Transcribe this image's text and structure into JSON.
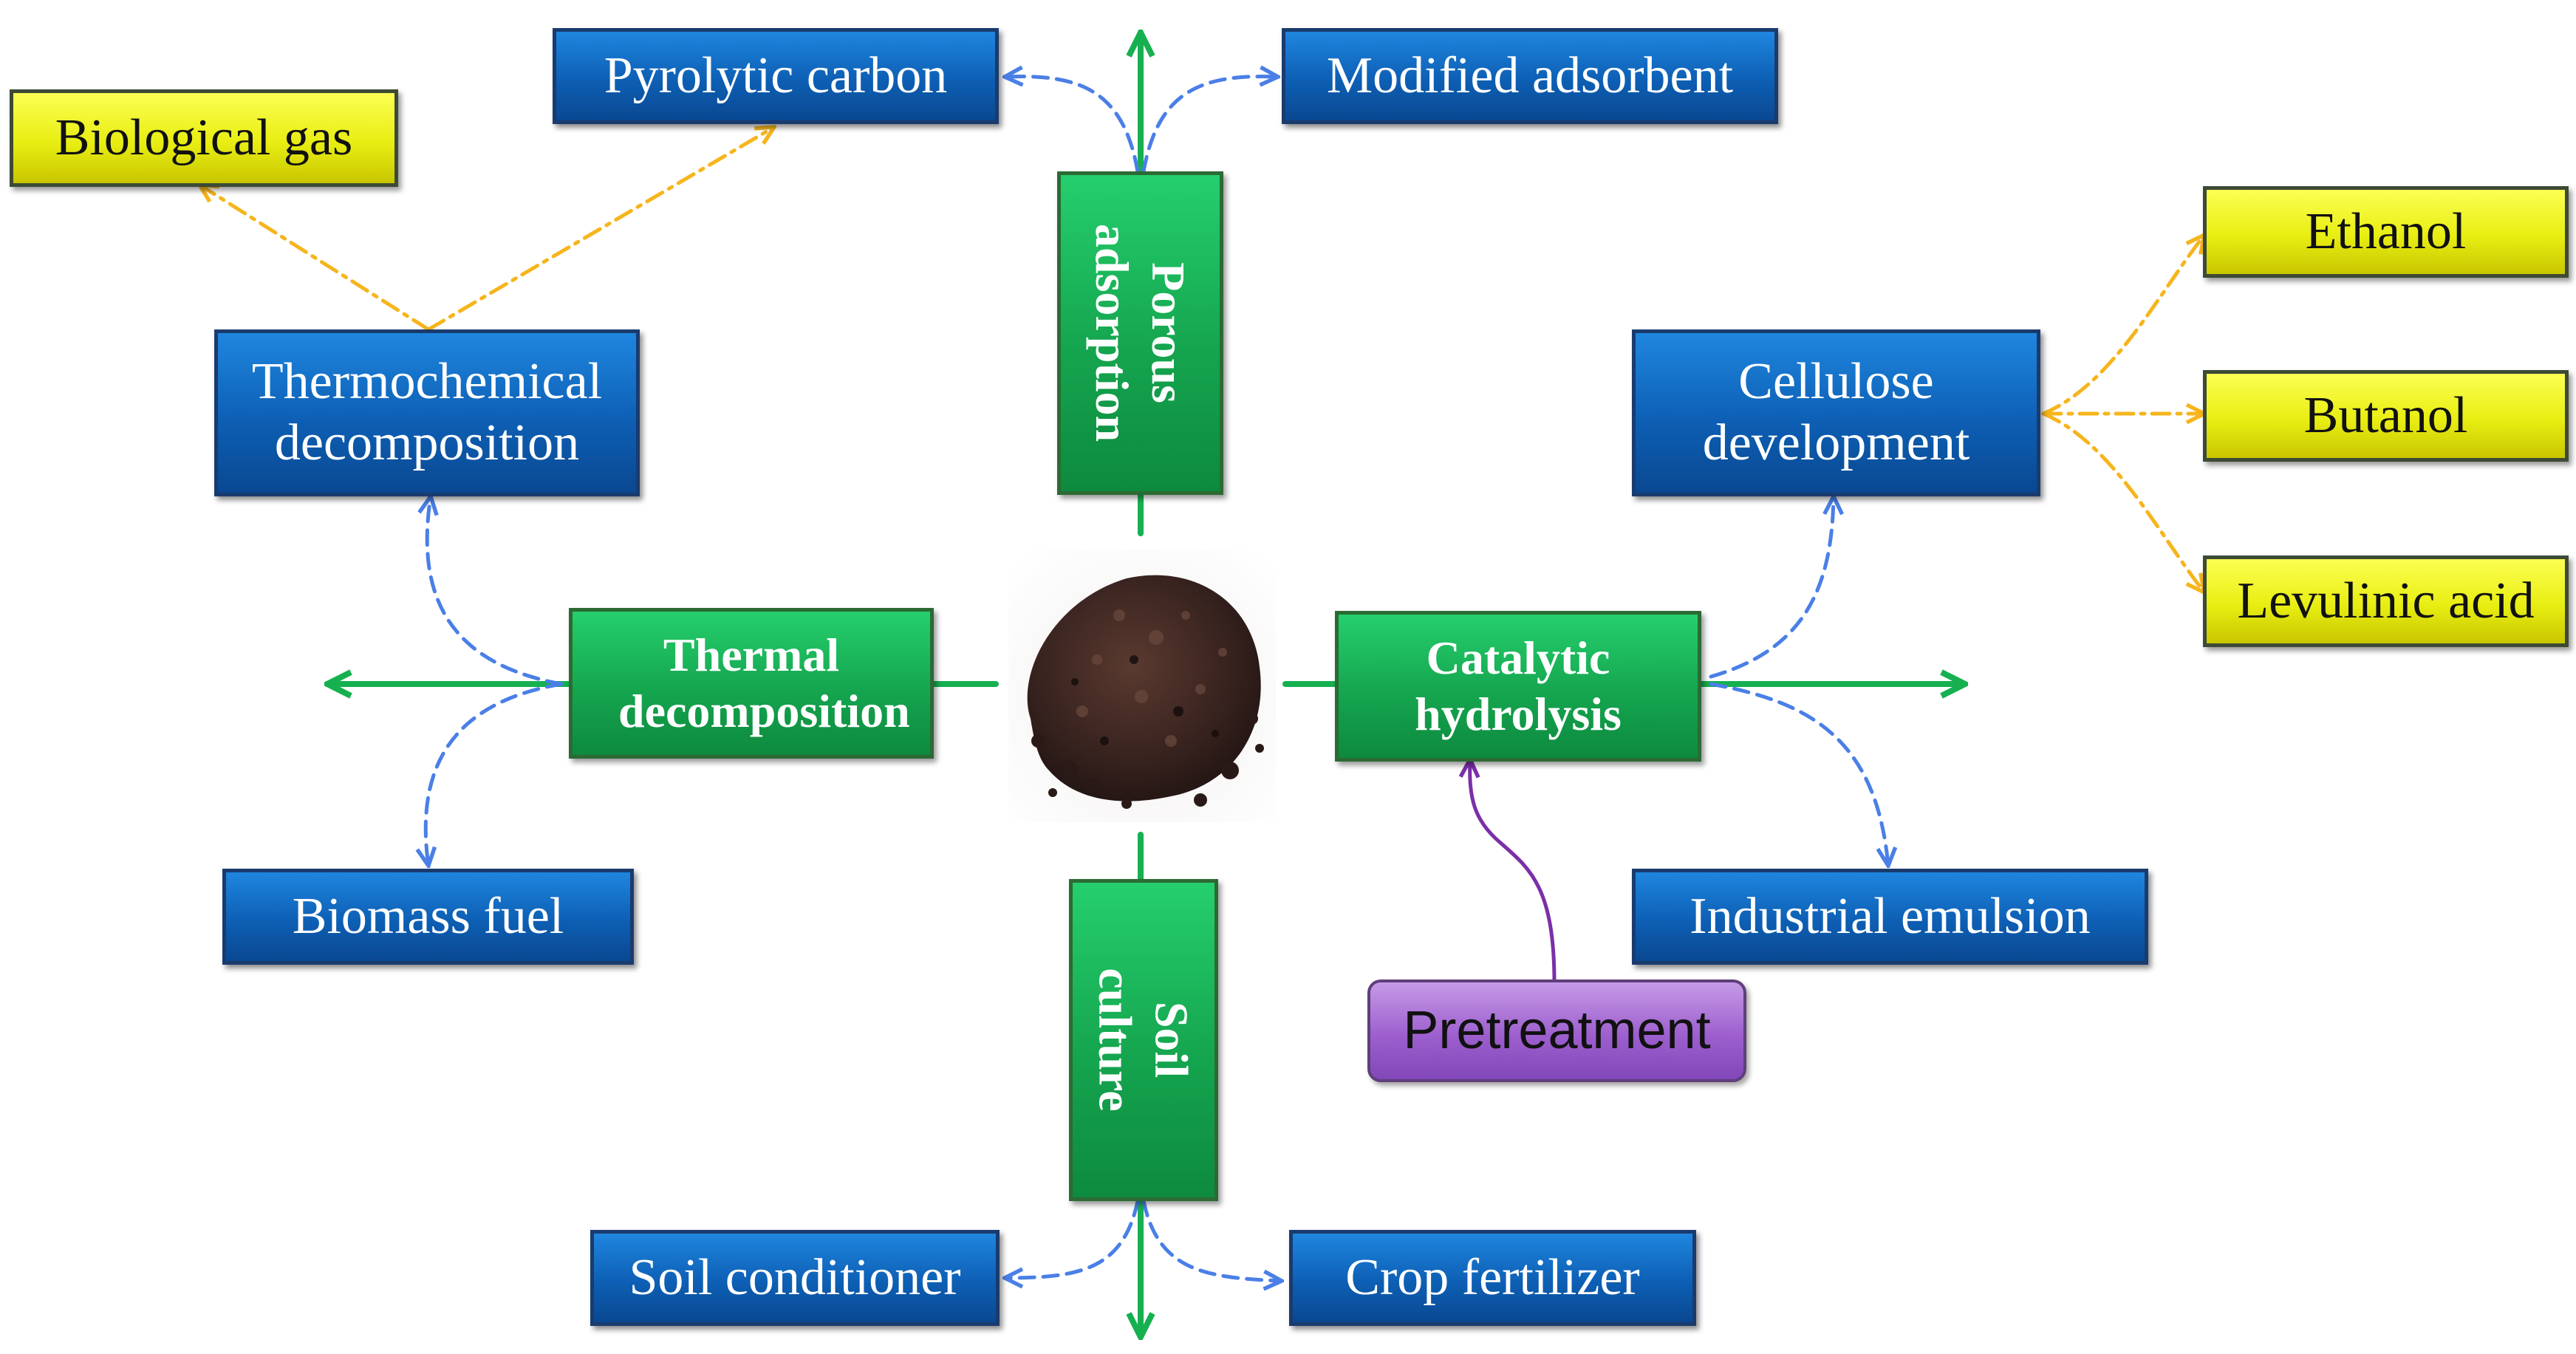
{
  "center": {
    "image": "biomass-residue-pile-photo",
    "branches": {
      "top": "Porous adsorption",
      "left": "Thermal decomposition",
      "right": "Catalytic hydrolysis",
      "bottom": "Soil culture"
    }
  },
  "top": {
    "left_product": "Pyrolytic carbon",
    "right_product": "Modified adsorbent"
  },
  "left": {
    "upper_product": "Thermochemical decomposition",
    "lower_product": "Biomass fuel",
    "sub_product": "Biological gas"
  },
  "right": {
    "upper_product": "Cellulose development",
    "lower_product": "Industrial emulsion",
    "input": "Pretreatment",
    "sub_products": [
      "Ethanol",
      "Butanol",
      "Levulinic acid"
    ]
  },
  "bottom": {
    "left_product": "Soil conditioner",
    "right_product": "Crop fertilizer"
  },
  "colors": {
    "product_box": "#0d5fb4",
    "branch_box": "#15a54f",
    "sub_product_box": "#e8ee12",
    "input_box": "#9d5fce",
    "solid_arrow": "#16b050",
    "dashed_arrow": "#4a7fe6",
    "dashdot_arrow": "#f6b51c",
    "input_arrow": "#7b2fa8"
  }
}
